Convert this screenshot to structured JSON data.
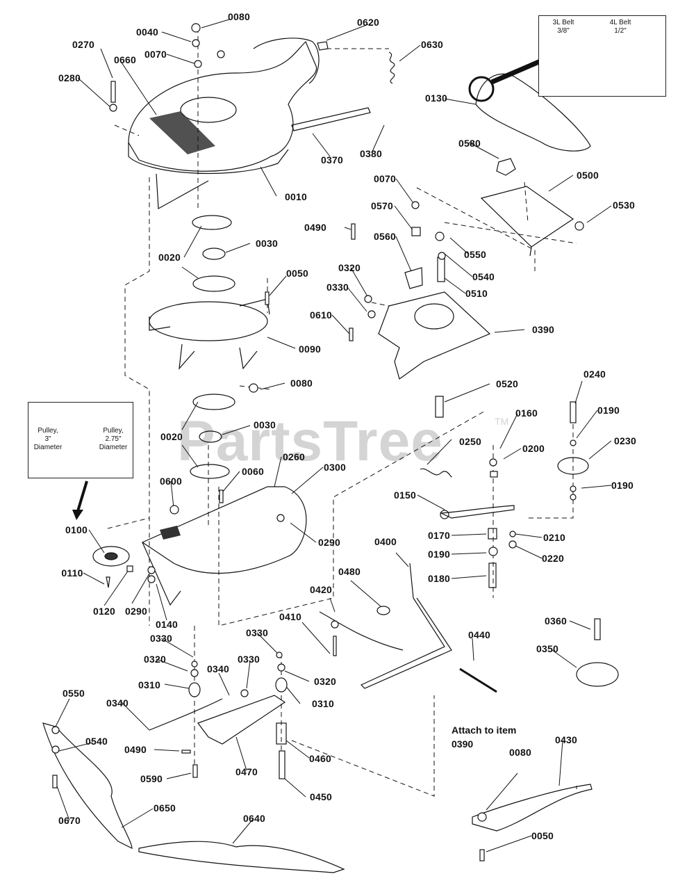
{
  "watermark": {
    "text": "PartsTree",
    "trademark": "TM"
  },
  "belt_inset": {
    "belt_3l": "3L Belt",
    "belt_3l_size": "3/8\"",
    "belt_4l": "4L Belt",
    "belt_4l_size": "1/2\""
  },
  "pulley_inset": {
    "pulley_a_line1": "Pulley,",
    "pulley_a_line2": "3\"",
    "pulley_a_line3": "Diameter",
    "pulley_b_line1": "Pulley,",
    "pulley_b_line2": "2.75\"",
    "pulley_b_line3": "Diameter"
  },
  "note": {
    "line1": "Attach to item",
    "line2": "0390"
  },
  "labels": {
    "p0080a": "0080",
    "p0040": "0040",
    "p0070a": "0070",
    "p0270": "0270",
    "p0660": "0660",
    "p0280": "0280",
    "p0620": "0620",
    "p0630": "0630",
    "p0130": "0130",
    "p0370": "0370",
    "p0380": "0380",
    "p0010": "0010",
    "p0580": "0580",
    "p0500": "0500",
    "p0070b": "0070",
    "p0530": "0530",
    "p0570": "0570",
    "p0490a": "0490",
    "p0560": "0560",
    "p0550a": "0550",
    "p0540a": "0540",
    "p0320a": "0320",
    "p0510": "0510",
    "p0330a": "0330",
    "p0610": "0610",
    "p0390": "0390",
    "p0020a": "0020",
    "p0030a": "0030",
    "p0050a": "0050",
    "p0090": "0090",
    "p0080b": "0080",
    "p0520": "0520",
    "p0240": "0240",
    "p0160": "0160",
    "p0190a": "0190",
    "p0030b": "0030",
    "p0020b": "0020",
    "p0250": "0250",
    "p0200": "0200",
    "p0230": "0230",
    "p0260": "0260",
    "p0300": "0300",
    "p0060": "0060",
    "p0600": "0600",
    "p0190b": "0190",
    "p0150": "0150",
    "p0290a": "0290",
    "p0100": "0100",
    "p0170": "0170",
    "p0210": "0210",
    "p0400": "0400",
    "p0190c": "0190",
    "p0220": "0220",
    "p0110": "0110",
    "p0180": "0180",
    "p0480": "0480",
    "p0120": "0120",
    "p0290b": "0290",
    "p0140": "0140",
    "p0420": "0420",
    "p0410": "0410",
    "p0360": "0360",
    "p0330b": "0330",
    "p0440": "0440",
    "p0350": "0350",
    "p0330c": "0330",
    "p0320b": "0320",
    "p0330d": "0330",
    "p0340a": "0340",
    "p0320c": "0320",
    "p0310a": "0310",
    "p0310b": "0310",
    "p0550b": "0550",
    "p0340b": "0340",
    "p0540b": "0540",
    "p0490b": "0490",
    "p0460": "0460",
    "p0470": "0470",
    "p0590": "0590",
    "p0450": "0450",
    "p0430": "0430",
    "p0080c": "0080",
    "p0670": "0670",
    "p0650": "0650",
    "p0640": "0640",
    "p0050b": "0050"
  }
}
